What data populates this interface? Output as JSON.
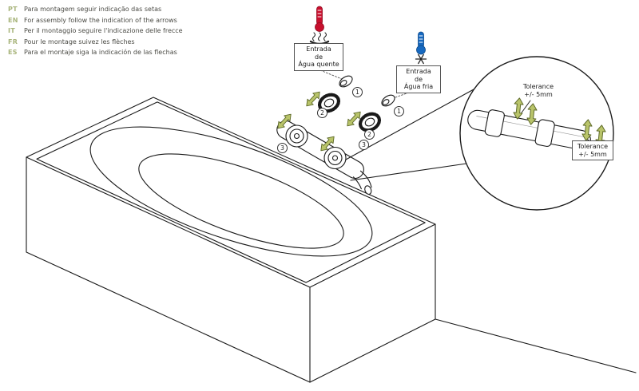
{
  "instructions": [
    {
      "code": "PT",
      "text": "Para montagem seguir indicação das setas"
    },
    {
      "code": "EN",
      "text": "For assembly follow the indication of the arrows"
    },
    {
      "code": "IT",
      "text": "Per il montaggio seguire l'indicazione delle frecce"
    },
    {
      "code": "FR",
      "text": "Pour le montage suivez les flèches"
    },
    {
      "code": "ES",
      "text": "Para el montaje siga la indicación de las flechas"
    }
  ],
  "labels": {
    "hot_inlet": {
      "l1": "Entrada",
      "l2": "de",
      "l3": "Água quente"
    },
    "cold_inlet": {
      "l1": "Entrada",
      "l2": "de",
      "l3": "Água fria"
    },
    "tolerance": {
      "l1": "Tolerance",
      "l2": "+/- 5mm"
    }
  },
  "callouts": {
    "step1": "1",
    "step2": "2",
    "step3": "3"
  },
  "icons": {
    "hot": "thermometer-hot-icon",
    "cold": "thermometer-cold-icon",
    "heat": "heat-waves-icon",
    "snow": "snowflake-icon",
    "arrows": "double-headed-assembly-arrow"
  },
  "colors": {
    "hot": "#c8102e",
    "cold": "#1769c0",
    "arrow_fill": "#b9c46a",
    "arrow_stroke": "#5f6b2a",
    "line": "#1a1a1a",
    "code_text": "#a9b57c",
    "body_text": "#4b4b45"
  }
}
